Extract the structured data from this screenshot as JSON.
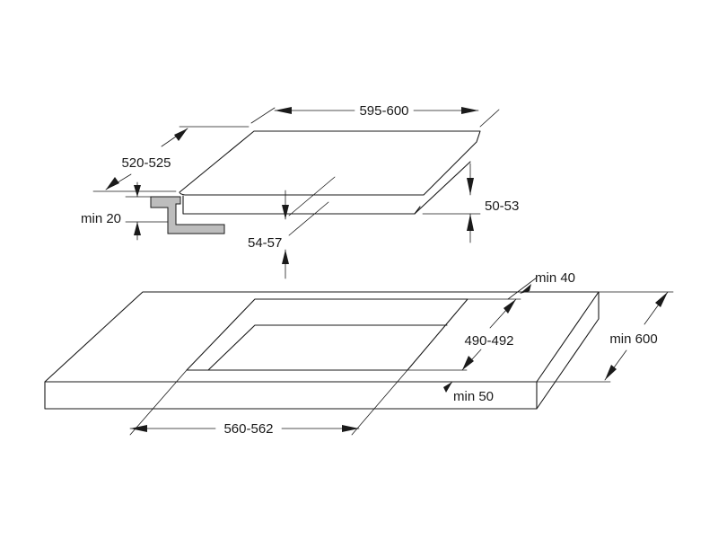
{
  "labels": {
    "hob_width": "595-600",
    "hob_depth": "520-525",
    "hob_height": "50-53",
    "min_surface_thickness": "min 20",
    "built_in_depth": "54-57",
    "min_rear_gap": "min 40",
    "cutout_depth": "490-492",
    "worktop_depth": "min 600",
    "min_front_gap": "min 50",
    "cutout_width": "560-562"
  },
  "colors": {
    "line": "#1a1a1a",
    "bracket_fill": "#bdbdbd",
    "background": "#ffffff"
  }
}
